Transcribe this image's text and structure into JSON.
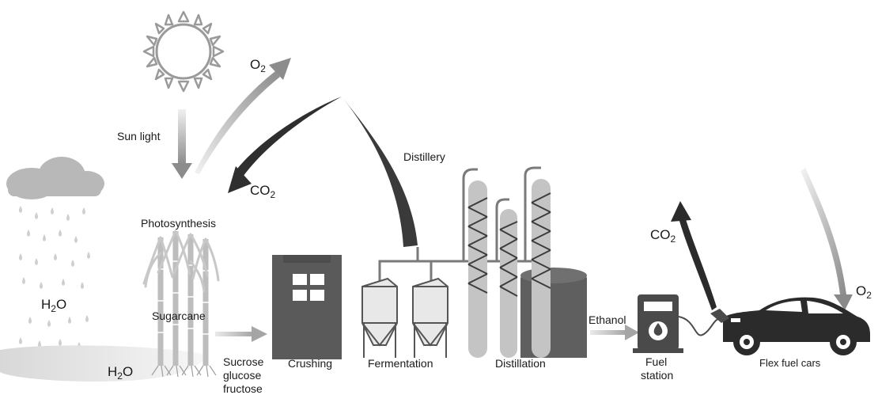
{
  "labels": {
    "sunlight": "Sun light",
    "o2_top_main": "O",
    "o2_top_sub": "2",
    "co2_top_main": "CO",
    "co2_top_sub": "2",
    "distillery": "Distillery",
    "photosynthesis": "Photosynthesis",
    "h2o_rain_main": "H",
    "h2o_rain_sub": "2",
    "h2o_rain_end": "O",
    "h2o_ground_main": "H",
    "h2o_ground_sub": "2",
    "h2o_ground_end": "O",
    "sugarcane": "Sugarcane",
    "sucrose": "Sucrose",
    "glucose": "glucose",
    "fructose": "fructose",
    "crushing": "Crushing",
    "fermentation": "Fermentation",
    "distillation": "Distillation",
    "ethanol": "Ethanol",
    "fuel_station_1": "Fuel",
    "fuel_station_2": "station",
    "co2_car_main": "CO",
    "co2_car_sub": "2",
    "o2_car_main": "O",
    "o2_car_sub": "2",
    "flex_fuel_cars": "Flex fuel cars"
  },
  "colors": {
    "building": "#5a5a5a",
    "tank_light": "#e6e6e6",
    "column_light": "#c4c4c4",
    "cloud": "#b8b8b8",
    "dark_arrow": "#2f2f2f",
    "light_arrow": "#9a9a9a",
    "car": "#2b2b2b"
  }
}
